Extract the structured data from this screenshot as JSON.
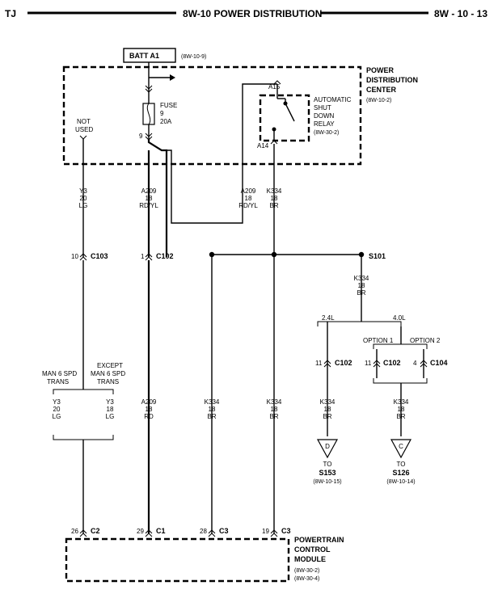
{
  "header": {
    "left": "TJ",
    "center": "8W-10 POWER DISTRIBUTION",
    "right": "8W - 10 - 13"
  },
  "batt": {
    "label": "BATT A1",
    "ref": "(8W-10-9)"
  },
  "pdc": {
    "title1": "POWER",
    "title2": "DISTRIBUTION",
    "title3": "CENTER",
    "ref": "(8W-10-2)",
    "not_used1": "NOT",
    "not_used2": "USED",
    "pin9": "9",
    "pin_a15": "A15",
    "pin_a14": "A14"
  },
  "fuse": {
    "line1": "FUSE",
    "line2": "9",
    "line3": "20A"
  },
  "relay": {
    "line1": "AUTOMATIC",
    "line2": "SHUT",
    "line3": "DOWN",
    "line4": "RELAY",
    "ref": "(8W-30-2)"
  },
  "wires": {
    "y3_top": [
      "Y3",
      "20",
      "LG"
    ],
    "a209_top": [
      "A209",
      "18",
      "RD/YL"
    ],
    "a209_relay": [
      "A209",
      "18",
      "RD/YL"
    ],
    "k334_top": [
      "K334",
      "18",
      "BR"
    ],
    "k334_s101": [
      "K334",
      "18",
      "BR"
    ],
    "y3_man": [
      "Y3",
      "20",
      "LG"
    ],
    "y3_except": [
      "Y3",
      "18",
      "LG"
    ],
    "a209_bottom": [
      "A209",
      "18",
      "RD"
    ],
    "k334_b1": [
      "K334",
      "18",
      "BR"
    ],
    "k334_b2": [
      "K334",
      "18",
      "BR"
    ],
    "k334_d": [
      "K334",
      "18",
      "BR"
    ],
    "k334_c": [
      "K334",
      "18",
      "BR"
    ]
  },
  "connectors": {
    "c103": {
      "pin": "10",
      "name": "C103"
    },
    "c102": {
      "pin": "1",
      "name": "C102"
    },
    "c102_24": {
      "pin": "11",
      "name": "C102"
    },
    "c102_40": {
      "pin": "11",
      "name": "C102"
    },
    "c104": {
      "pin": "4",
      "name": "C104"
    },
    "c2": {
      "pin": "26",
      "name": "C2"
    },
    "c1": {
      "pin": "29",
      "name": "C1"
    },
    "c3a": {
      "pin": "28",
      "name": "C3"
    },
    "c3b": {
      "pin": "19",
      "name": "C3"
    }
  },
  "splice": {
    "name": "S101"
  },
  "options": {
    "l24": "2.4L",
    "l40": "4.0L",
    "opt1": "OPTION 1",
    "opt2": "OPTION 2",
    "man1": "MAN 6 SPD",
    "man2": "TRANS",
    "exc1": "EXCEPT",
    "exc2": "MAN 6 SPD",
    "exc3": "TRANS"
  },
  "refs": {
    "d": {
      "letter": "D",
      "to": "TO",
      "name": "S153",
      "ref": "(8W-10-15)"
    },
    "c": {
      "letter": "C",
      "to": "TO",
      "name": "S126",
      "ref": "(8W-10-14)"
    }
  },
  "pcm": {
    "title1": "POWERTRAIN",
    "title2": "CONTROL",
    "title3": "MODULE",
    "ref1": "(8W-30-2)",
    "ref2": "(8W-30-4)"
  }
}
